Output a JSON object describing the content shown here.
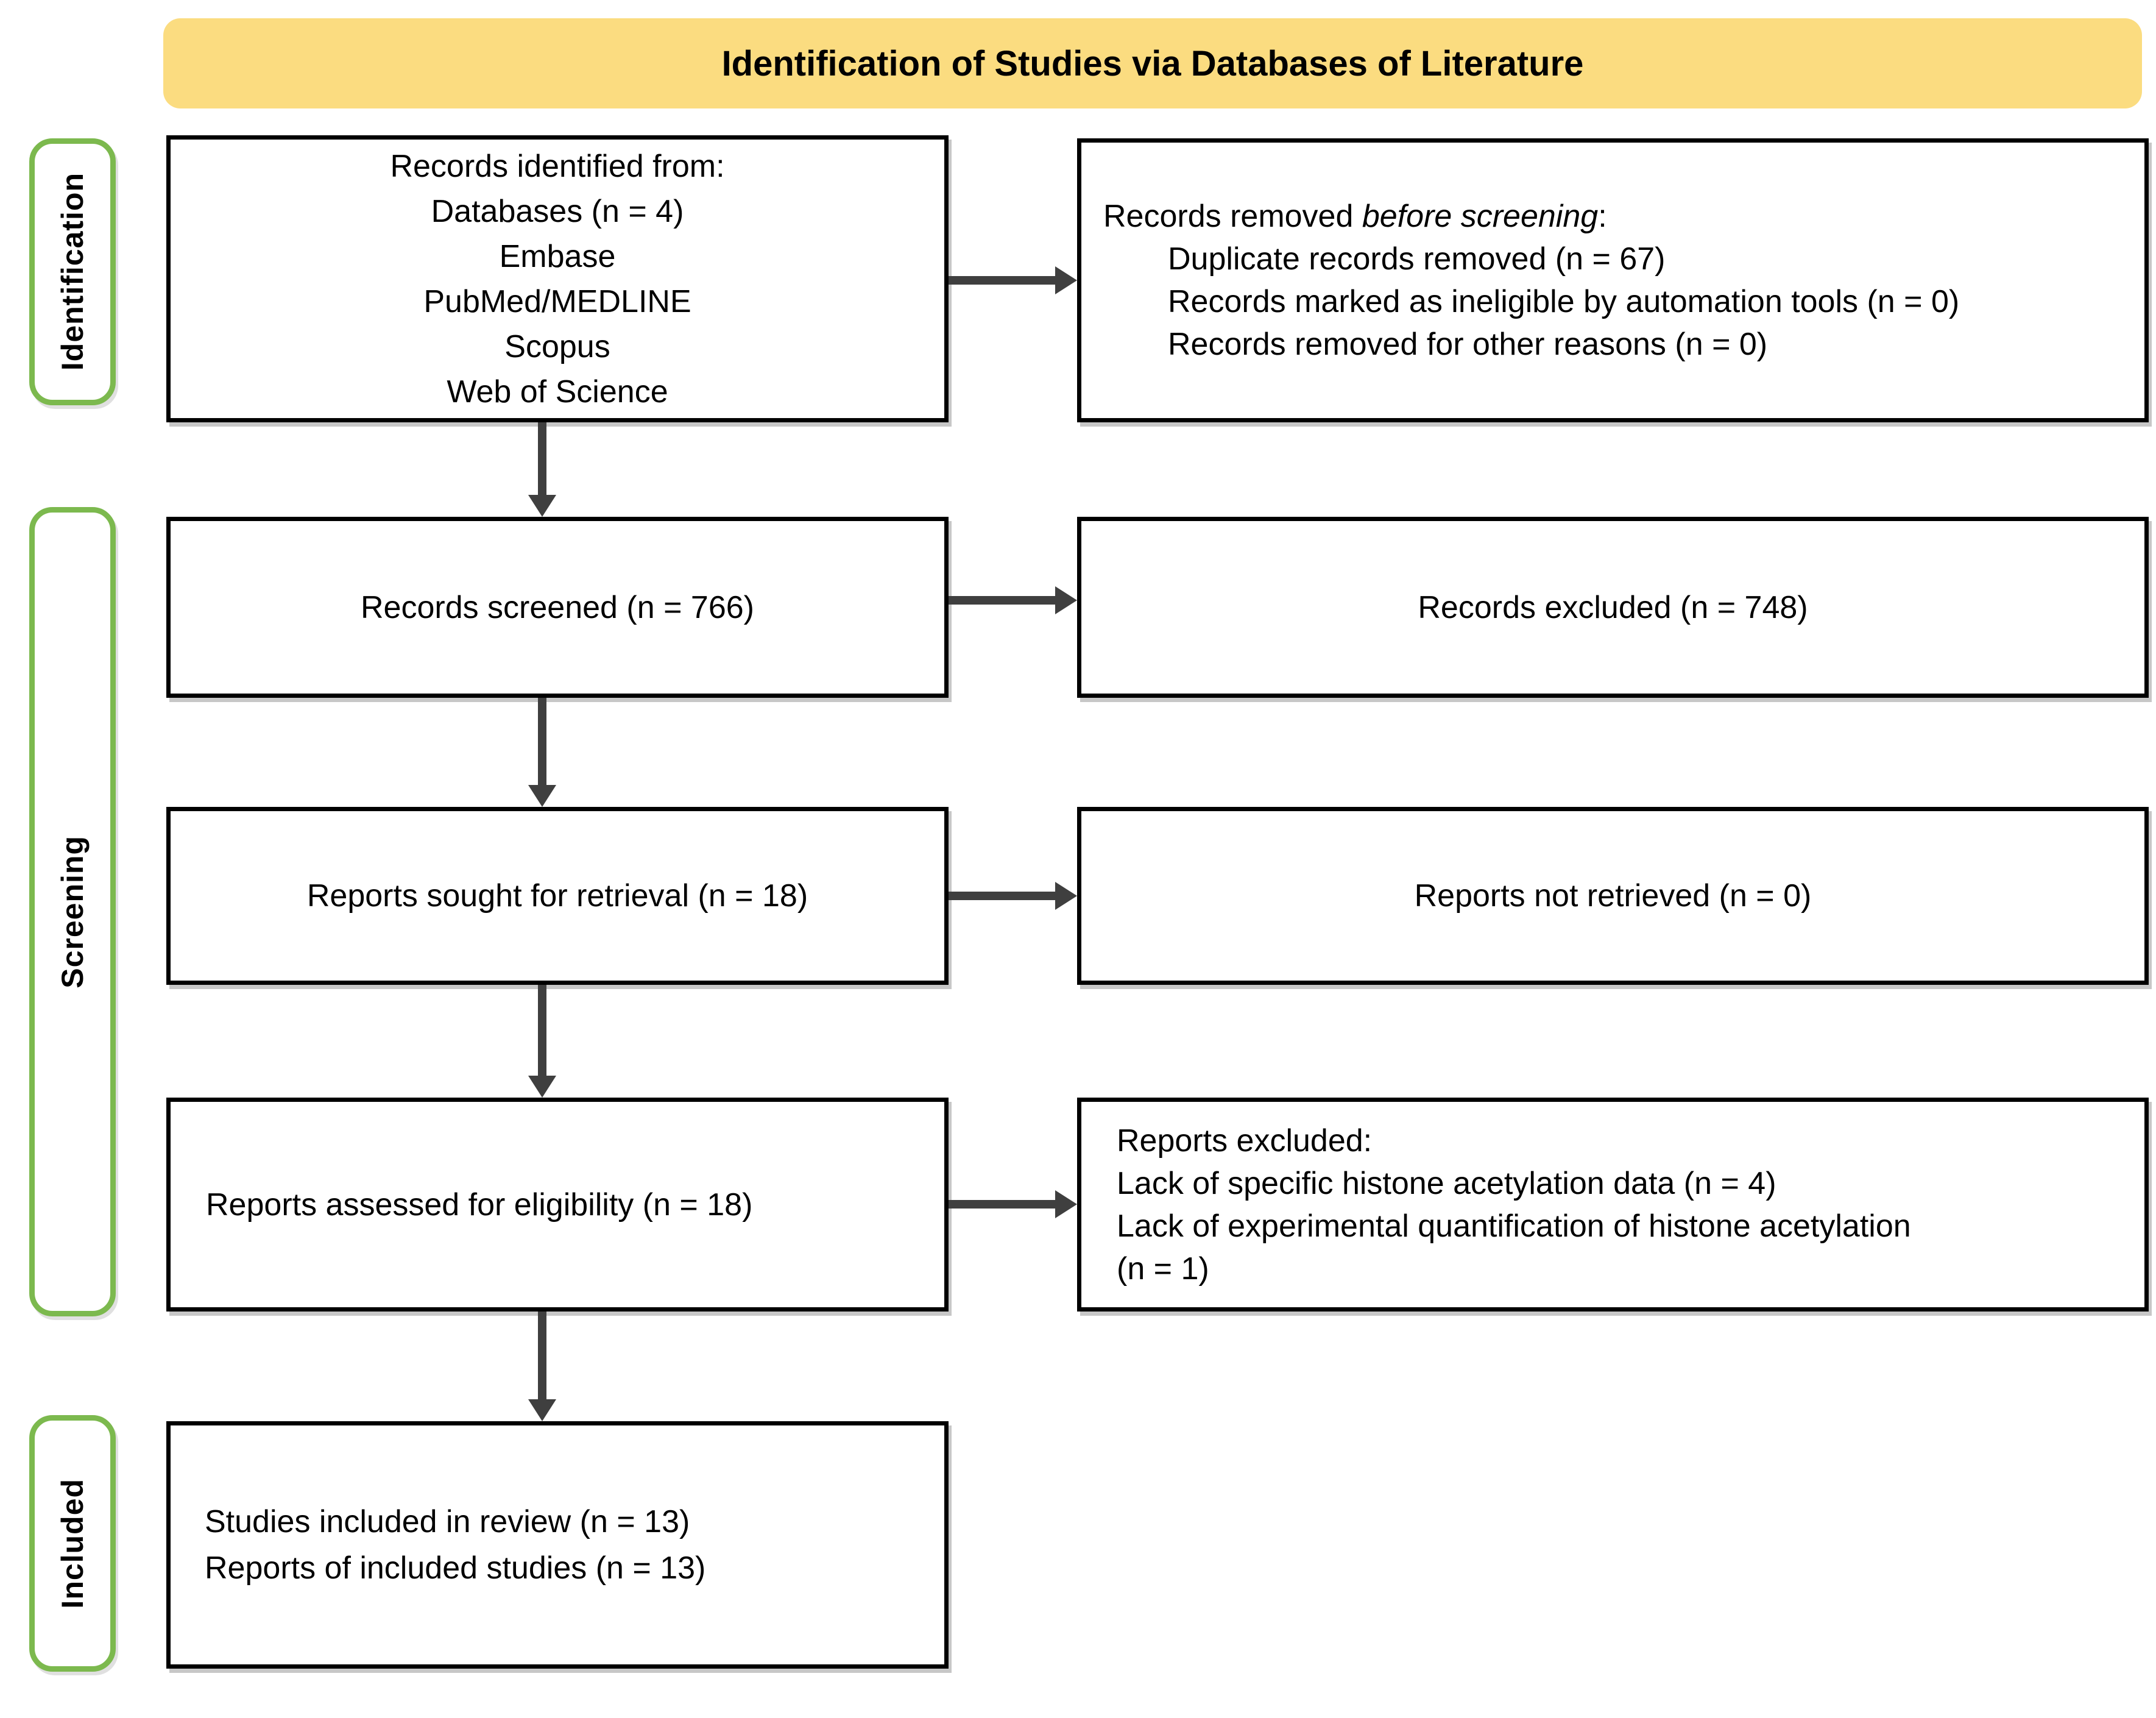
{
  "header": {
    "title": "Identification of Studies via Databases of Literature"
  },
  "stages": [
    {
      "label": "Identification"
    },
    {
      "label": "Screening"
    },
    {
      "label": "Included"
    }
  ],
  "boxes": {
    "identified": {
      "lines": [
        "Records identified from:",
        "Databases (n = 4)",
        "Embase",
        "PubMed/MEDLINE",
        "Scopus",
        "Web of Science"
      ]
    },
    "removed": {
      "line1_prefix": "Records removed ",
      "line1_italic": "before screening",
      "line1_suffix": ":",
      "items": [
        "Duplicate records removed (n = 67)",
        "Records marked as ineligible by automation tools (n = 0)",
        "Records removed for other reasons (n = 0)"
      ]
    },
    "screened": {
      "text": "Records screened (n = 766)"
    },
    "excluded": {
      "text": "Records excluded (n = 748)"
    },
    "sought": {
      "text": "Reports sought for retrieval (n = 18)"
    },
    "not_retrieved": {
      "text": "Reports not retrieved (n = 0)"
    },
    "assessed": {
      "text": "Reports assessed for eligibility (n = 18)"
    },
    "reports_excluded": {
      "lines": [
        "Reports excluded:",
        "Lack of specific histone acetylation data (n = 4)",
        "Lack of experimental quantification of histone acetylation",
        "(n = 1)"
      ]
    },
    "included": {
      "lines": [
        "Studies included in review (n = 13)",
        "Reports of included studies (n = 13)"
      ]
    }
  },
  "colors": {
    "banner_bg": "#FBDC80",
    "stage_border": "#7CB94E",
    "box_border": "#000000",
    "arrow": "#3F3F3F"
  }
}
